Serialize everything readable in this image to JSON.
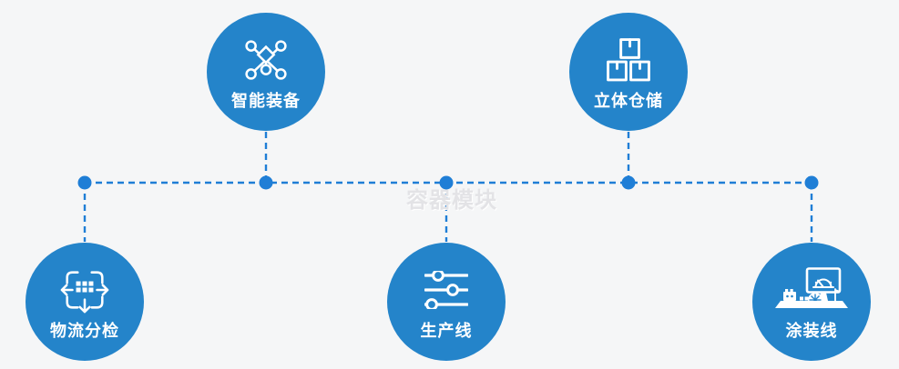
{
  "diagram": {
    "watermark": "容器模块",
    "colors": {
      "background": "#f5f6f7",
      "circle_fill": "#2484ca",
      "connector_blue": "#1f7ed6",
      "label_white": "#ffffff",
      "watermark_gray": "#e3e3e6"
    },
    "nodes": [
      {
        "label": "智能装备",
        "icon": "network-nodes-icon",
        "position": "top-left"
      },
      {
        "label": "立体仓储",
        "icon": "stacked-boxes-icon",
        "position": "top-right"
      },
      {
        "label": "物流分检",
        "icon": "sorting-arrows-icon",
        "position": "bottom-left"
      },
      {
        "label": "生产线",
        "icon": "sliders-icon",
        "position": "bottom-center"
      },
      {
        "label": "涂装线",
        "icon": "control-station-icon",
        "position": "bottom-right"
      }
    ]
  }
}
